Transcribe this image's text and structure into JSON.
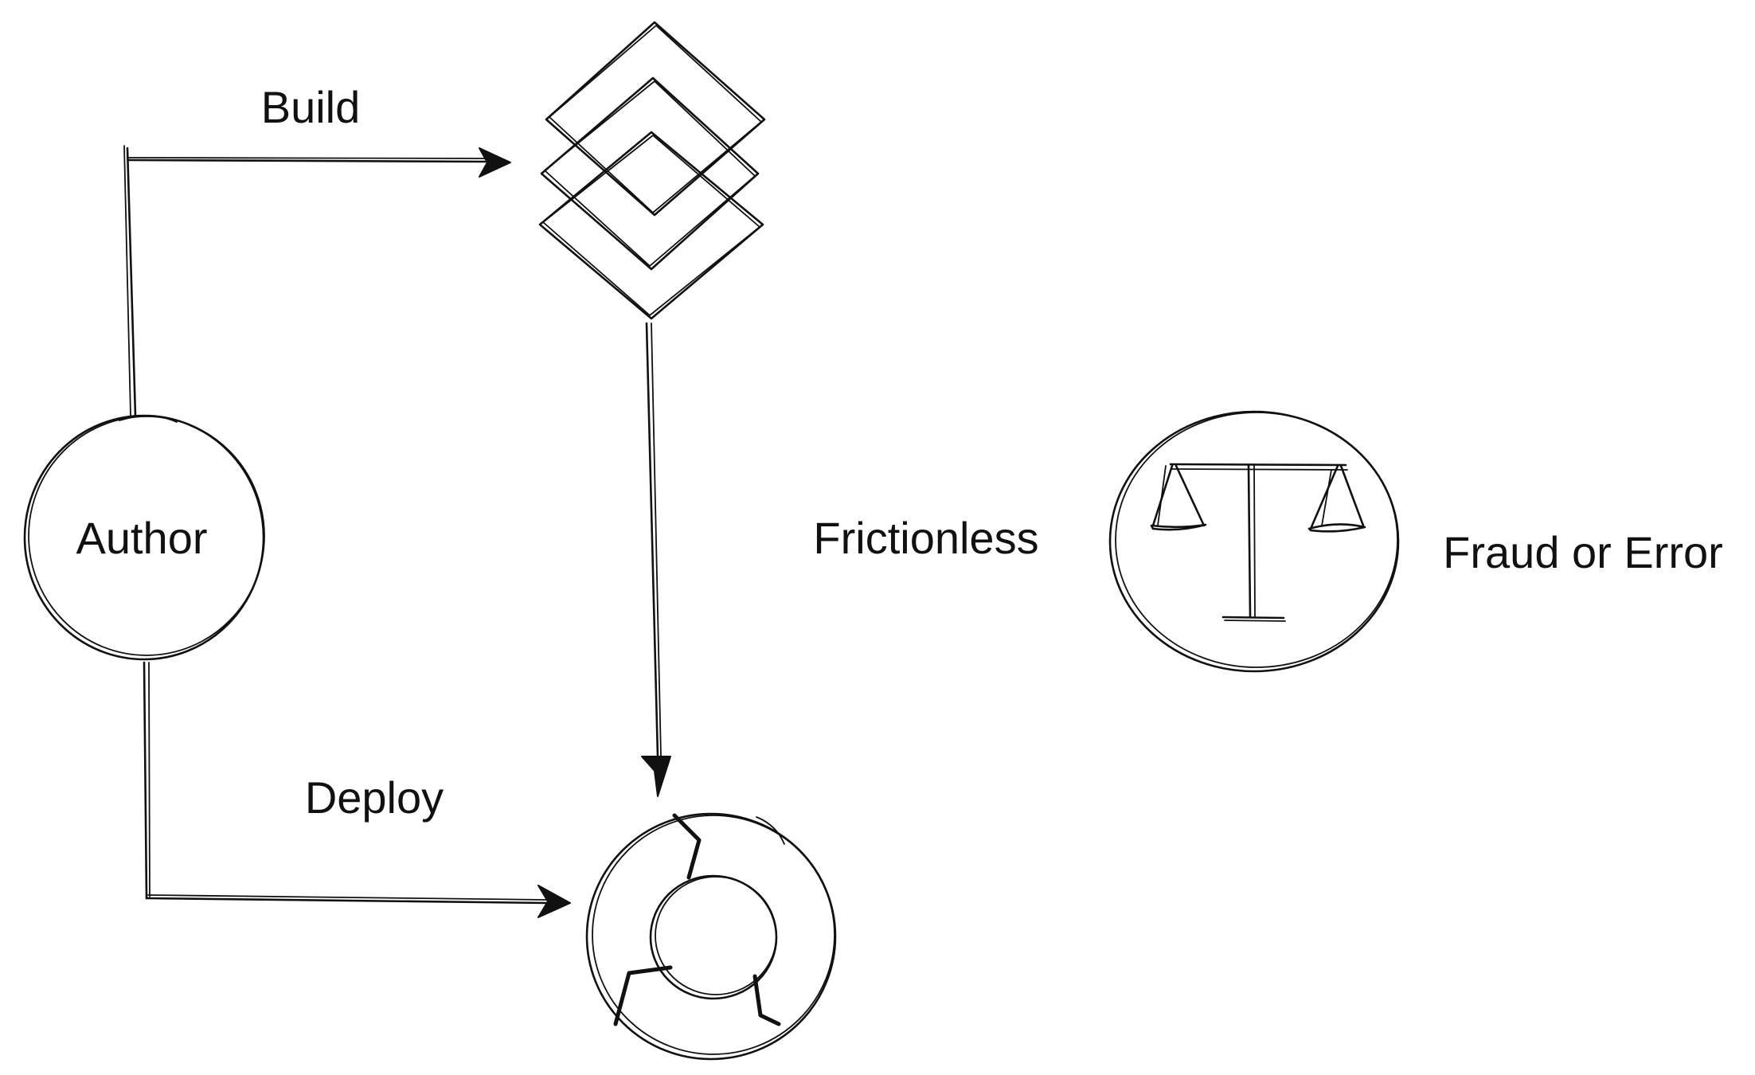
{
  "diagram": {
    "nodes": {
      "author": {
        "label": "Author",
        "icon": "circle-node"
      },
      "artifact": {
        "label": "",
        "icon": "stacked-layers-icon"
      },
      "service": {
        "label": "",
        "icon": "ring-service-icon"
      },
      "scales": {
        "label": "",
        "icon": "balance-scale-icon"
      }
    },
    "edges": {
      "build": {
        "label": "Build",
        "from": "author",
        "to": "artifact"
      },
      "deploy": {
        "label": "Deploy",
        "from": "author",
        "to": "service"
      },
      "release": {
        "label": "",
        "from": "artifact",
        "to": "service"
      }
    },
    "annotations": {
      "frictionless": "Frictionless",
      "fraud_or_error": "Fraud or Error"
    },
    "colors": {
      "ink": "#111111",
      "background": "#ffffff"
    }
  }
}
